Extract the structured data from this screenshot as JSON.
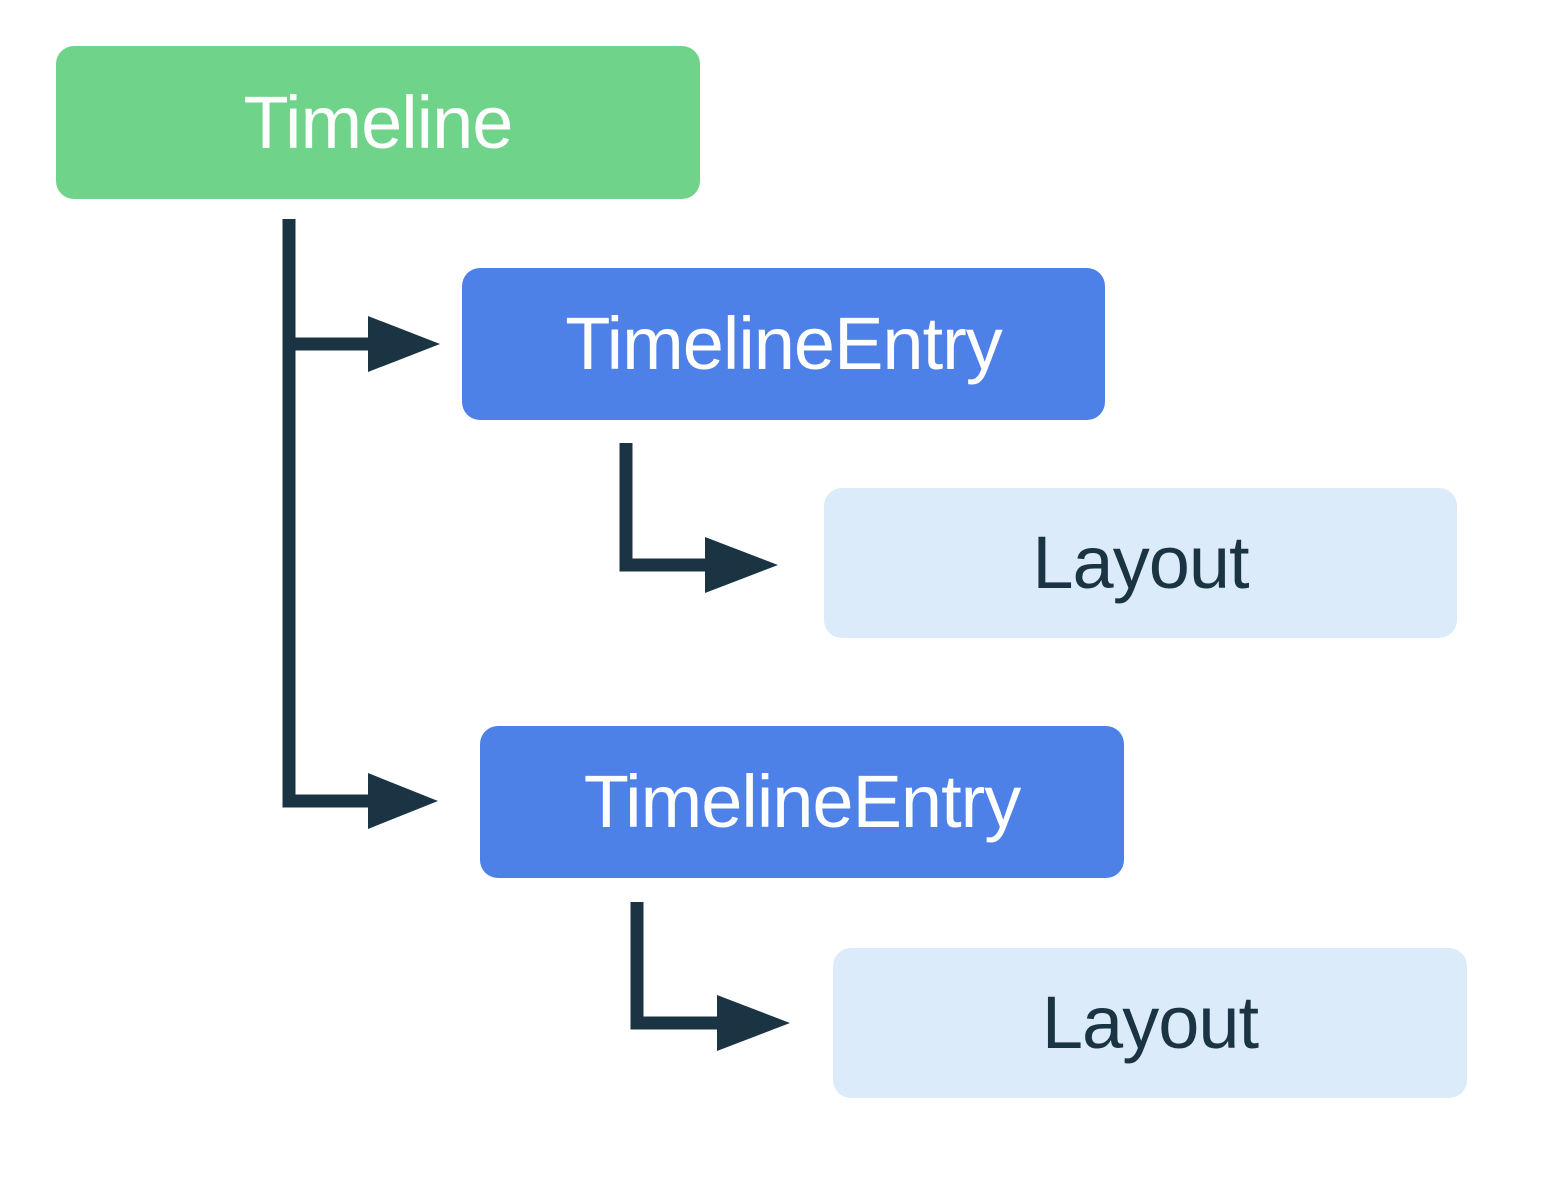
{
  "diagram": {
    "type": "tree",
    "description": "Widget hierarchy diagram: a Timeline root node with two TimelineEntry children, each of which has a Layout child",
    "tree": {
      "label": "Timeline",
      "children": [
        {
          "label": "TimelineEntry",
          "children": [
            {
              "label": "Layout",
              "children": []
            }
          ]
        },
        {
          "label": "TimelineEntry",
          "children": [
            {
              "label": "Layout",
              "children": []
            }
          ]
        }
      ]
    },
    "colors": {
      "root_node": "#6FD389",
      "entry_node": "#4E81E8",
      "leaf_node": "#DCEBFA",
      "connector": "#1B3444",
      "text_on_dark": "#FFFFFF",
      "text_on_light": "#1B3444",
      "background": "#FFFFFF"
    }
  }
}
